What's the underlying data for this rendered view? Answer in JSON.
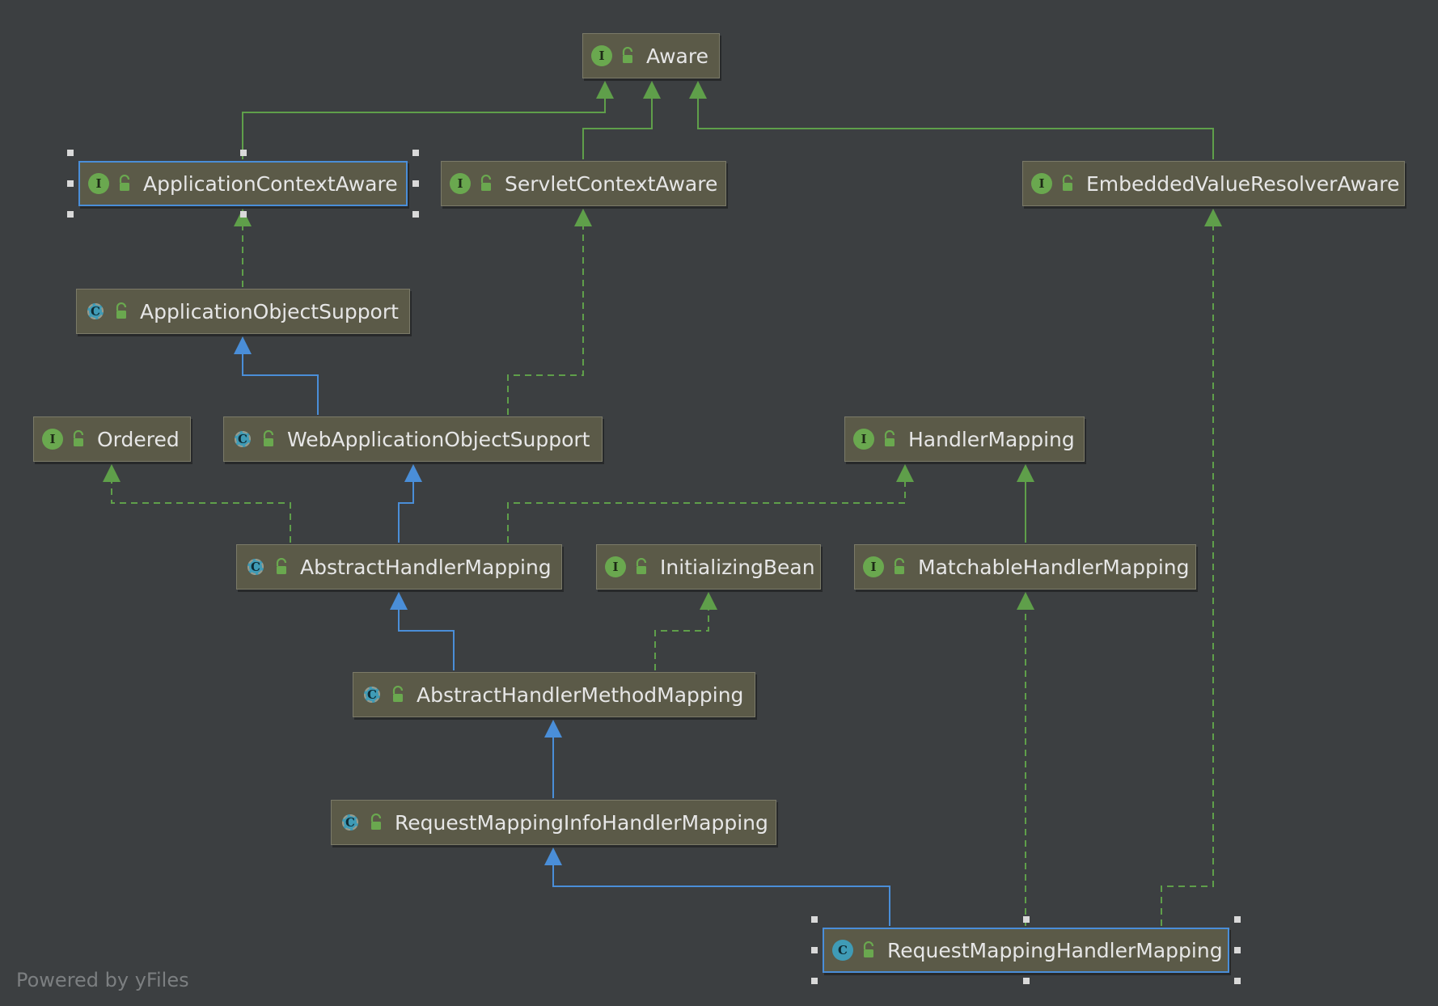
{
  "colors": {
    "background": "#3c3f41",
    "node_fill": "#5b5a48",
    "interface_badge": "#6aa84f",
    "class_badge": "#3f9bb6",
    "implements_edge": "#5f9f4a",
    "extends_edge": "#4a8ed8",
    "selection": "#4a8ed8"
  },
  "nodes": [
    {
      "id": "aware",
      "label": "Aware",
      "kind": "interface",
      "badge": "I",
      "icon": "interface-icon"
    },
    {
      "id": "application-context-aware",
      "label": "ApplicationContextAware",
      "kind": "interface",
      "badge": "I",
      "icon": "interface-icon",
      "selected": true
    },
    {
      "id": "servlet-context-aware",
      "label": "ServletContextAware",
      "kind": "interface",
      "badge": "I",
      "icon": "interface-icon"
    },
    {
      "id": "embedded-value-resolver-aware",
      "label": "EmbeddedValueResolverAware",
      "kind": "interface",
      "badge": "I",
      "icon": "interface-icon"
    },
    {
      "id": "application-object-support",
      "label": "ApplicationObjectSupport",
      "kind": "abstract",
      "badge": "C",
      "icon": "abstract-class-icon"
    },
    {
      "id": "ordered",
      "label": "Ordered",
      "kind": "interface",
      "badge": "I",
      "icon": "interface-icon"
    },
    {
      "id": "web-application-object-support",
      "label": "WebApplicationObjectSupport",
      "kind": "abstract",
      "badge": "C",
      "icon": "abstract-class-icon"
    },
    {
      "id": "handler-mapping",
      "label": "HandlerMapping",
      "kind": "interface",
      "badge": "I",
      "icon": "interface-icon"
    },
    {
      "id": "abstract-handler-mapping",
      "label": "AbstractHandlerMapping",
      "kind": "abstract",
      "badge": "C",
      "icon": "abstract-class-icon"
    },
    {
      "id": "initializing-bean",
      "label": "InitializingBean",
      "kind": "interface",
      "badge": "I",
      "icon": "interface-icon"
    },
    {
      "id": "matchable-handler-mapping",
      "label": "MatchableHandlerMapping",
      "kind": "interface",
      "badge": "I",
      "icon": "interface-icon"
    },
    {
      "id": "abstract-handler-method-mapping",
      "label": "AbstractHandlerMethodMapping",
      "kind": "abstract",
      "badge": "C",
      "icon": "abstract-class-icon"
    },
    {
      "id": "request-mapping-info-handler-mapping",
      "label": "RequestMappingInfoHandlerMapping",
      "kind": "abstract",
      "badge": "C",
      "icon": "abstract-class-icon"
    },
    {
      "id": "request-mapping-handler-mapping",
      "label": "RequestMappingHandlerMapping",
      "kind": "class",
      "badge": "C",
      "icon": "class-icon",
      "selected": true
    }
  ],
  "edges": [
    {
      "from": "application-context-aware",
      "to": "aware",
      "type": "extends-interface"
    },
    {
      "from": "servlet-context-aware",
      "to": "aware",
      "type": "extends-interface"
    },
    {
      "from": "embedded-value-resolver-aware",
      "to": "aware",
      "type": "extends-interface"
    },
    {
      "from": "application-object-support",
      "to": "application-context-aware",
      "type": "implements"
    },
    {
      "from": "web-application-object-support",
      "to": "application-object-support",
      "type": "extends"
    },
    {
      "from": "web-application-object-support",
      "to": "servlet-context-aware",
      "type": "implements"
    },
    {
      "from": "abstract-handler-mapping",
      "to": "ordered",
      "type": "implements"
    },
    {
      "from": "abstract-handler-mapping",
      "to": "web-application-object-support",
      "type": "extends"
    },
    {
      "from": "abstract-handler-mapping",
      "to": "handler-mapping",
      "type": "implements"
    },
    {
      "from": "matchable-handler-mapping",
      "to": "handler-mapping",
      "type": "extends-interface"
    },
    {
      "from": "abstract-handler-method-mapping",
      "to": "abstract-handler-mapping",
      "type": "extends"
    },
    {
      "from": "abstract-handler-method-mapping",
      "to": "initializing-bean",
      "type": "implements"
    },
    {
      "from": "request-mapping-info-handler-mapping",
      "to": "abstract-handler-method-mapping",
      "type": "extends"
    },
    {
      "from": "request-mapping-handler-mapping",
      "to": "request-mapping-info-handler-mapping",
      "type": "extends"
    },
    {
      "from": "request-mapping-handler-mapping",
      "to": "matchable-handler-mapping",
      "type": "implements"
    },
    {
      "from": "request-mapping-handler-mapping",
      "to": "embedded-value-resolver-aware",
      "type": "implements"
    }
  ],
  "footer": {
    "text": "Powered by yFiles"
  }
}
